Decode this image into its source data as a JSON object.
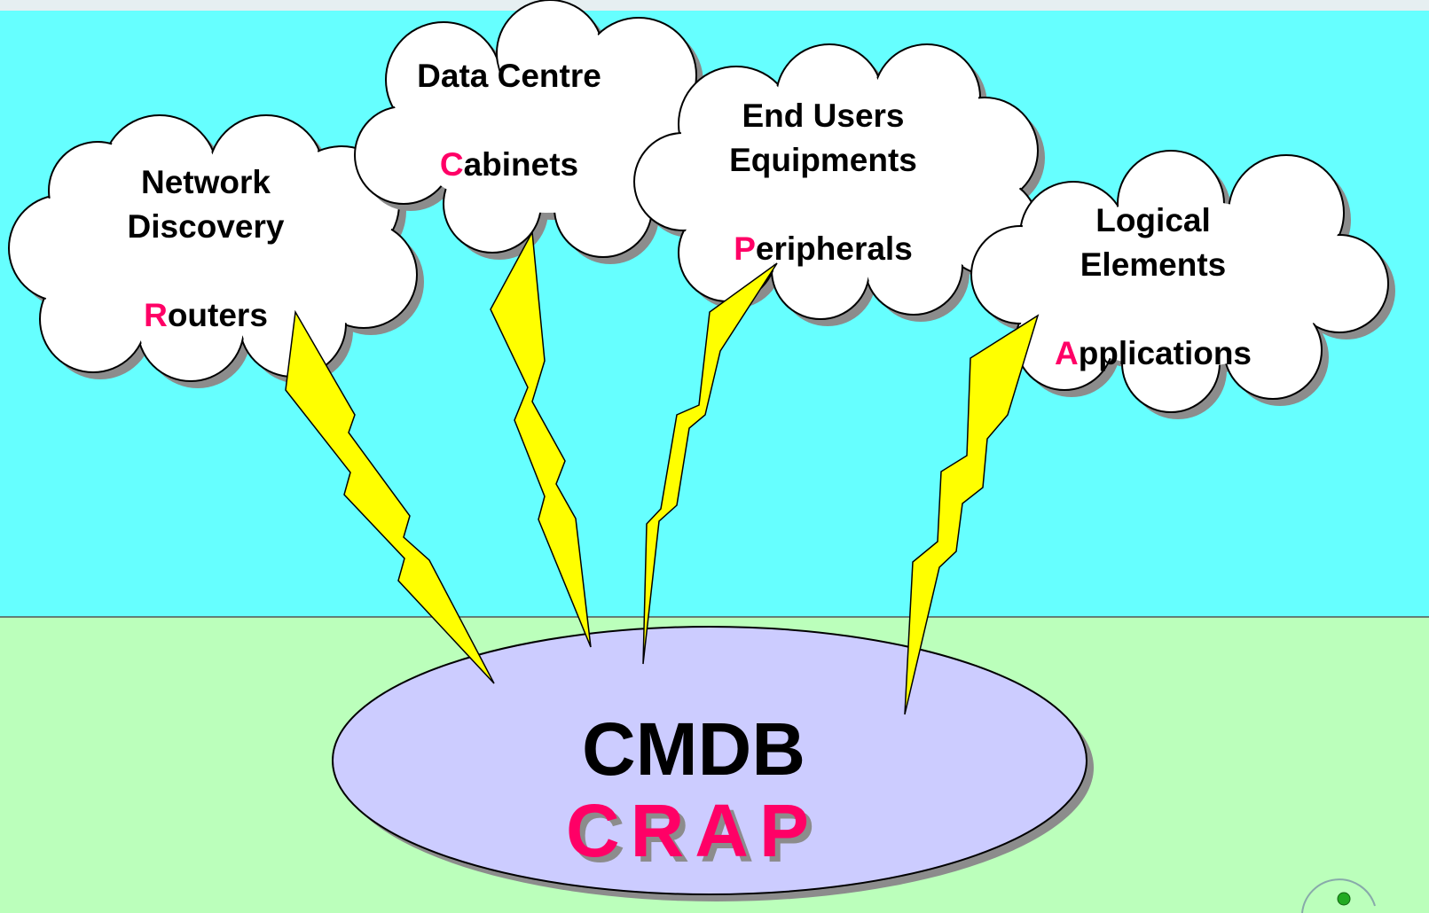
{
  "colors": {
    "sky": "#66ffff",
    "ground": "#bbffbb",
    "top_strip": "#e6eff1",
    "cloud": "#ffffff",
    "cloud_shadow": "#8c8c8c",
    "bolt": "#ffff00",
    "database": "#ccccff",
    "database_shadow": "#8c8c8c",
    "highlight": "#ff0066",
    "text": "#000000"
  },
  "clouds": [
    {
      "id": "network",
      "lines": [
        "Network",
        "Discovery"
      ],
      "item_initial": "R",
      "item_rest": "outers"
    },
    {
      "id": "datacentre",
      "lines": [
        "Data Centre"
      ],
      "item_initial": "C",
      "item_rest": "abinets"
    },
    {
      "id": "endusers",
      "lines": [
        "End Users",
        "Equipments"
      ],
      "item_initial": "P",
      "item_rest": "eripherals"
    },
    {
      "id": "logical",
      "lines": [
        "Logical",
        "Elements"
      ],
      "item_initial": "A",
      "item_rest": "pplications"
    }
  ],
  "database": {
    "title": "CMDB",
    "acronym": "CRAP"
  },
  "icons": [
    "cloud-icon",
    "lightning-bolt-icon",
    "database-icon",
    "corner-logo-icon"
  ]
}
